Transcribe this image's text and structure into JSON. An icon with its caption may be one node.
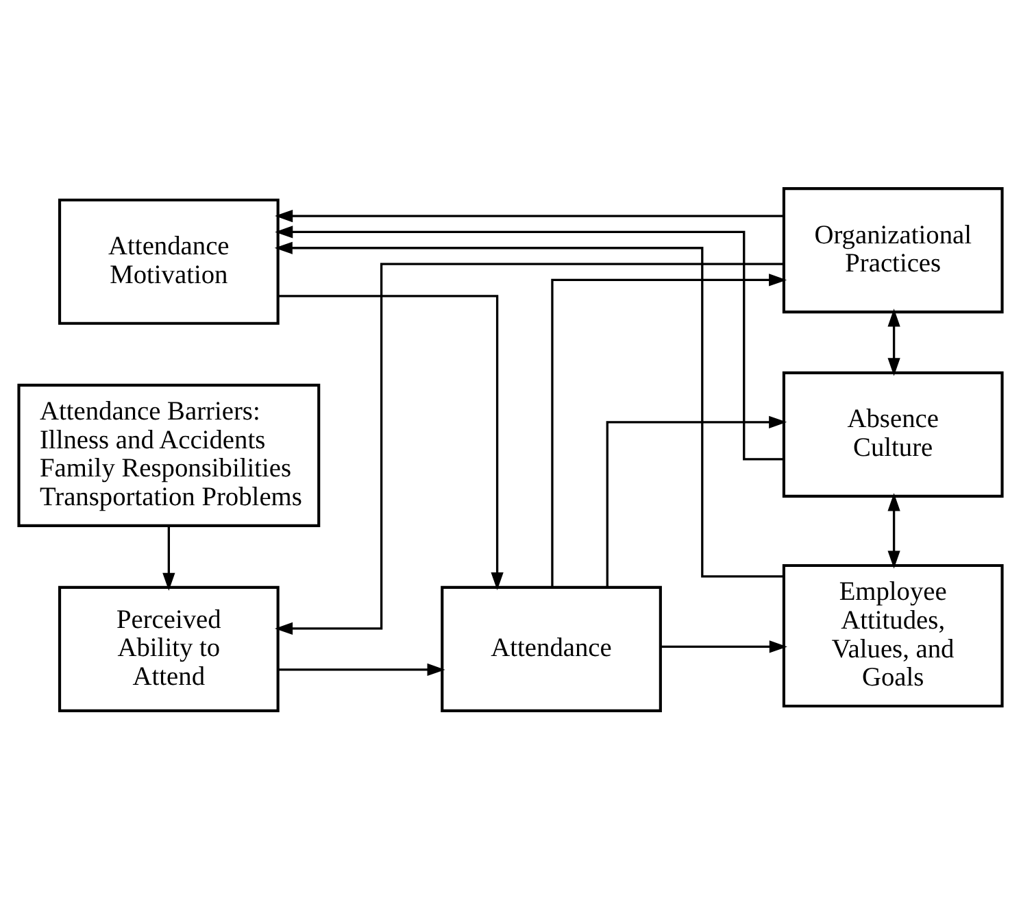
{
  "diagram": {
    "nodes": [
      {
        "text": [
          "Attendance Barriers:",
          "Illness and Accidents",
          "Family Responsibilities",
          "Transportation Problems"
        ]
      },
      {
        "text": [
          "Organizational Practices"
        ]
      },
      {
        "text": [
          "Perceived Ability to Attend"
        ]
      },
      {
        "text": [
          "Absence Culture"
        ]
      },
      {
        "text": [
          "Attendance Motivation"
        ]
      },
      {
        "text": [
          "Attendance"
        ]
      },
      {
        "text": [
          "Employee Attitudes, Values, and Goals"
        ]
      }
    ],
    "edges": [
      {
        "from": 0,
        "to": 2,
        "arrow": "to"
      },
      {
        "from": 1,
        "to": 2,
        "arrow": "to"
      },
      {
        "from": 2,
        "to": 5,
        "arrow": "to"
      },
      {
        "from": 1,
        "to": 3,
        "arrow": "both"
      },
      {
        "from": 3,
        "to": 4,
        "arrow": "to"
      },
      {
        "from": 1,
        "to": 4,
        "arrow": "to"
      },
      {
        "from": 6,
        "to": 4,
        "arrow": "to"
      },
      {
        "from": 3,
        "to": 6,
        "arrow": "both"
      },
      {
        "from": 4,
        "to": 5,
        "arrow": "to"
      },
      {
        "from": 5,
        "to": 1,
        "arrow": "to"
      },
      {
        "from": 5,
        "to": 3,
        "arrow": "to"
      },
      {
        "from": 5,
        "to": 6,
        "arrow": "to"
      }
    ]
  }
}
